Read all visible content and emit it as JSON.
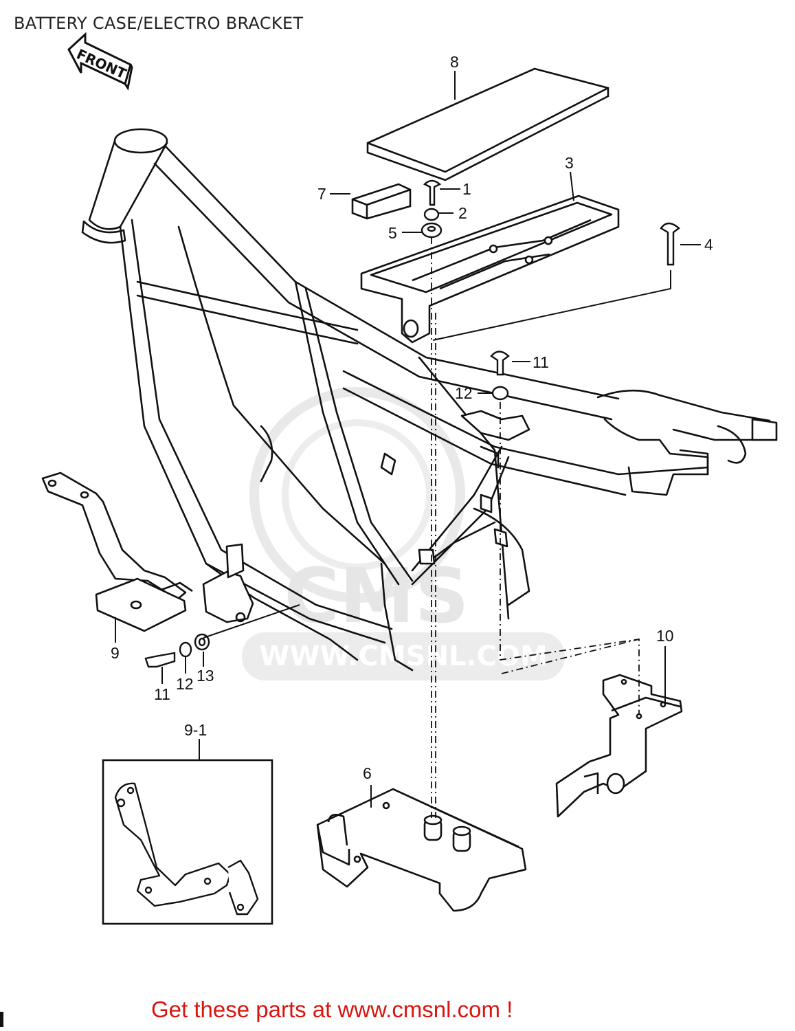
{
  "header": {
    "title": "BATTERY CASE/ELECTRO BRACKET"
  },
  "direction_tag": {
    "text": "FRONT"
  },
  "watermark": {
    "brand": "CMS",
    "url": "WWW.CMSNL.COM"
  },
  "callouts": {
    "c1": "1",
    "c2": "2",
    "c3": "3",
    "c4": "4",
    "c5": "5",
    "c6": "6",
    "c7": "7",
    "c8": "8",
    "c9": "9",
    "c9_1": "9-1",
    "c10": "10",
    "c11_top": "11",
    "c12_top": "12",
    "c11_bottom": "11",
    "c12_bottom": "12",
    "c13": "13"
  },
  "footer": {
    "promo": "Get these parts at www.cmsnl.com !"
  },
  "colors": {
    "line": "#111111",
    "promo": "#d8160f",
    "watermark": "#e6e6e6"
  }
}
